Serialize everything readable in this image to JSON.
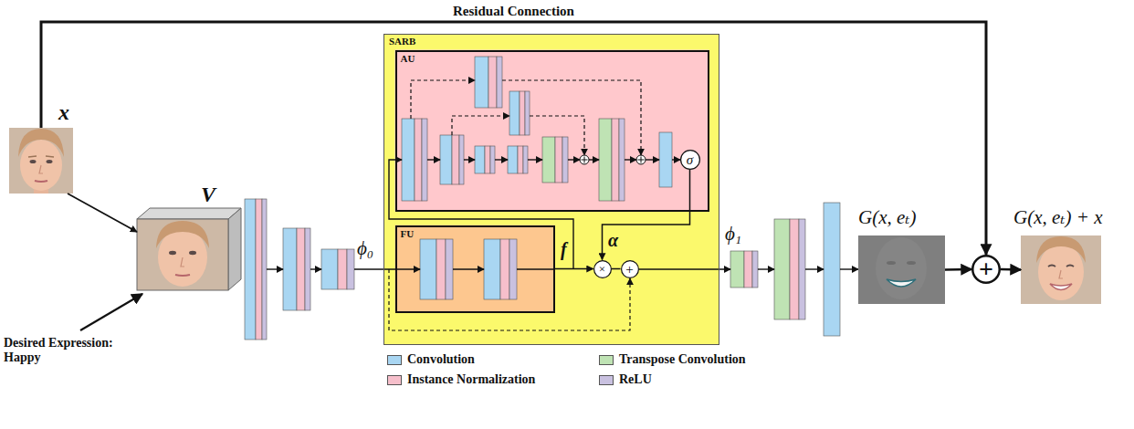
{
  "diagram": {
    "nodes": [
      {
        "text": [
          "x"
        ]
      },
      {
        "text": [
          "V"
        ]
      },
      {
        "text": [
          "SARB"
        ]
      },
      {
        "text": [
          "AU"
        ],
        "in": 2
      },
      {
        "text": [
          "σ"
        ],
        "in": 3
      },
      {
        "text": [
          "FU"
        ],
        "in": 2
      },
      {
        "text": [
          "×"
        ],
        "in": 2
      },
      {
        "text": [
          "+"
        ],
        "in": 2
      },
      {
        "text": [
          "G(x, eₜ)"
        ]
      },
      {
        "text": [
          "+"
        ]
      },
      {
        "text": [
          "G(x, eₜ) + x"
        ]
      }
    ],
    "edges": [
      {
        "from": 0,
        "to": 1,
        "arrow": "to"
      },
      {
        "from": 0,
        "to": 9,
        "label": "Residual Connection",
        "arrow": "to"
      },
      {
        "from": 4,
        "to": 6,
        "arrow": "to"
      },
      {
        "from": 5,
        "to": 6,
        "arrow": "to"
      },
      {
        "from": 6,
        "to": 7,
        "arrow": "none"
      },
      {
        "from": 8,
        "to": 9,
        "arrow": "to"
      },
      {
        "from": 9,
        "to": 10,
        "arrow": "to"
      }
    ],
    "labels": [
      "Desired Expression: Happy",
      "ϕ₀",
      "f",
      "α",
      "ϕ₁"
    ],
    "legend": [
      {
        "text": "Convolution",
        "color": "#a9d6f2"
      },
      {
        "text": "Transpose Convolution",
        "color": "#bfe3b4"
      },
      {
        "text": "Instance Normalization",
        "color": "#f6bfcb"
      },
      {
        "text": "ReLU",
        "color": "#c9c1e0"
      }
    ]
  }
}
